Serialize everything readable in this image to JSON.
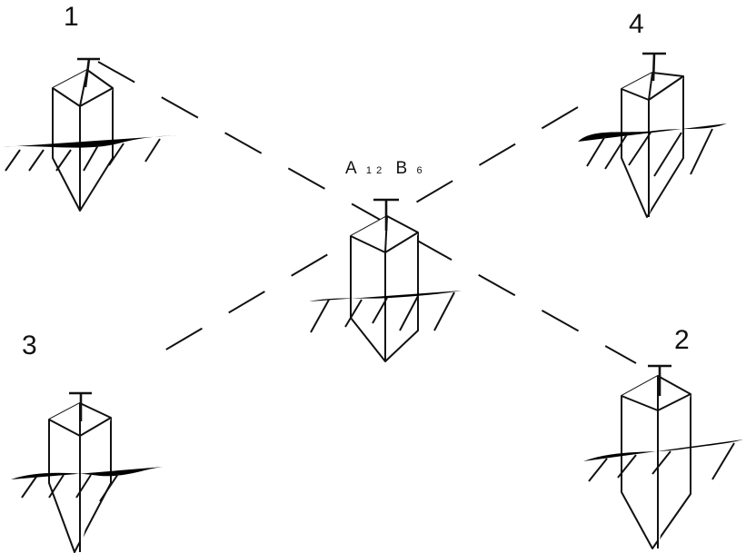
{
  "center_label": {
    "main_a": "A",
    "sub_a": "1 2",
    "main_b": "B",
    "sub_b": "6"
  },
  "stakes": [
    {
      "id": "1",
      "label": "1"
    },
    {
      "id": "4",
      "label": "4"
    },
    {
      "id": "3",
      "label": "3"
    },
    {
      "id": "2",
      "label": "2"
    },
    {
      "id": "center",
      "label": ""
    }
  ],
  "colors": {
    "ink": "#111111",
    "background": "#ffffff"
  }
}
